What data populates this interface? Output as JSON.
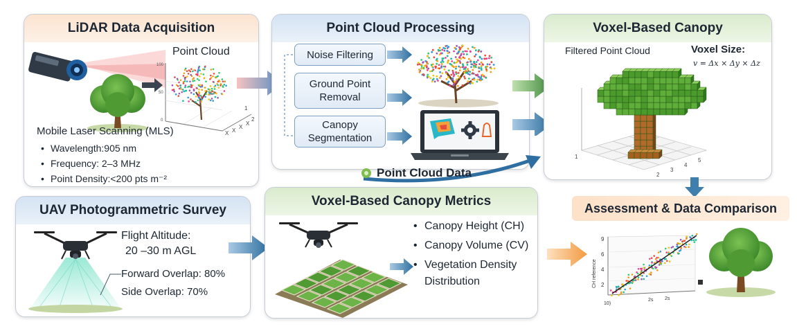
{
  "lidar": {
    "title": "LiDAR Data Acquisition",
    "point_cloud_label": "Point Cloud",
    "mls_label": "Mobile Laser Scanning (MLS)",
    "bullets": [
      "Wavelength:905 nm",
      "Frequency:  2–3 MHz",
      "Point Density:<200 pts m⁻²"
    ],
    "axis_ticks": [
      "100",
      "50",
      "0",
      "1",
      "2",
      "X",
      "X",
      "X",
      "X"
    ]
  },
  "processing": {
    "title": "Point Cloud Processing",
    "steps": [
      "Noise Filtering",
      "Ground Point",
      "Removal",
      "Canopy",
      "Segmentation"
    ],
    "data_label": "Point Cloud Data"
  },
  "voxel": {
    "title": "Voxel-Based Canopy",
    "filtered_label": "Filtered Point Cloud",
    "voxel_size_label": "Voxel Size:",
    "formula": "v = Δx × Δy × Δz",
    "axis_ticks": [
      "2",
      "3",
      "4",
      "5",
      "1"
    ]
  },
  "uav": {
    "title": "UAV Photogrammetric Survey",
    "flight_altitude_label": "Flight Altitude:",
    "flight_altitude_value": "20 –30 m AGL",
    "forward_overlap": "Forward Overlap: 80%",
    "side_overlap": "Side Overlap: 70%"
  },
  "metrics": {
    "title": "Voxel-Based Canopy Metrics",
    "items": [
      "Canopy Height (CH)",
      "Canopy Volume (CV)",
      "Vegetation Density",
      "Distribution"
    ]
  },
  "assessment": {
    "title": "Assessment & Data Comparison",
    "y_ticks": [
      "9",
      "6",
      "4",
      "2"
    ],
    "y_label": "CH reference",
    "x_ticks": [
      "10)",
      "2s",
      "2s"
    ]
  },
  "colors": {
    "orange_header": "#fbe3cf",
    "blue_header": "#d4e3f3",
    "green_header": "#d9ebcc",
    "arrow_blue": "#3f7fae",
    "arrow_orange": "#f5a65b",
    "arrow_green": "#5d9a52",
    "voxel_green": "#5fae3a",
    "trunk_brown": "#9a5a22"
  },
  "icons": [
    "lidar-scanner-icon",
    "tree-icon",
    "drone-icon",
    "laptop-icon",
    "gear-icon",
    "map-icon"
  ]
}
